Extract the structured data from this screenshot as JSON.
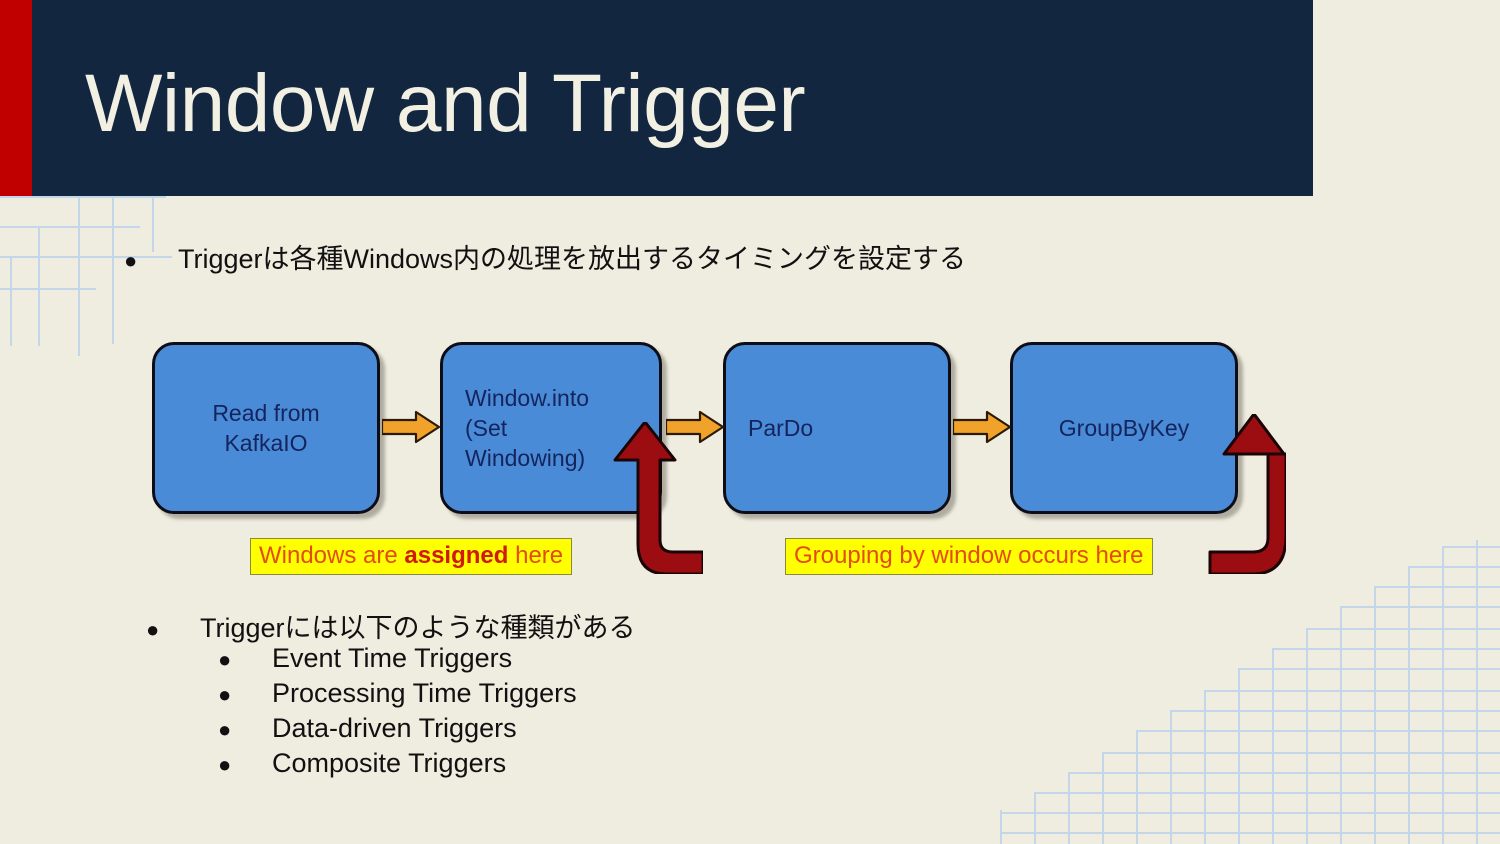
{
  "slide": {
    "title": "Window and Trigger",
    "accent_color": "#c00000",
    "header_color": "#12263f",
    "background_color": "#efece0",
    "title_color": "#f2efe3"
  },
  "bullets": {
    "top": "Triggerは各種Windows内の処理を放出するタイミングを設定する",
    "mid": "Triggerには以下のような種類がある",
    "bullet_glyph": "●",
    "sub_items": [
      "Event Time Triggers",
      "Processing Time Triggers",
      "Data-driven Triggers",
      "Composite Triggers"
    ]
  },
  "diagram": {
    "box_fill": "#4a8bd8",
    "box_text_color": "#14245c",
    "arrow_color": "#f0a22a",
    "callout_arrow_color": "#9c0d12",
    "boxes": [
      {
        "label": "Read from\nKafkaIO"
      },
      {
        "label": "Window.into\n(Set\nWindowing)"
      },
      {
        "label": "ParDo"
      },
      {
        "label": "GroupByKey"
      }
    ],
    "annotations": [
      {
        "prefix": "Windows are ",
        "emphasis": "assigned",
        "suffix": " here"
      },
      {
        "prefix": "Grouping by window occurs here",
        "emphasis": "",
        "suffix": ""
      }
    ]
  }
}
